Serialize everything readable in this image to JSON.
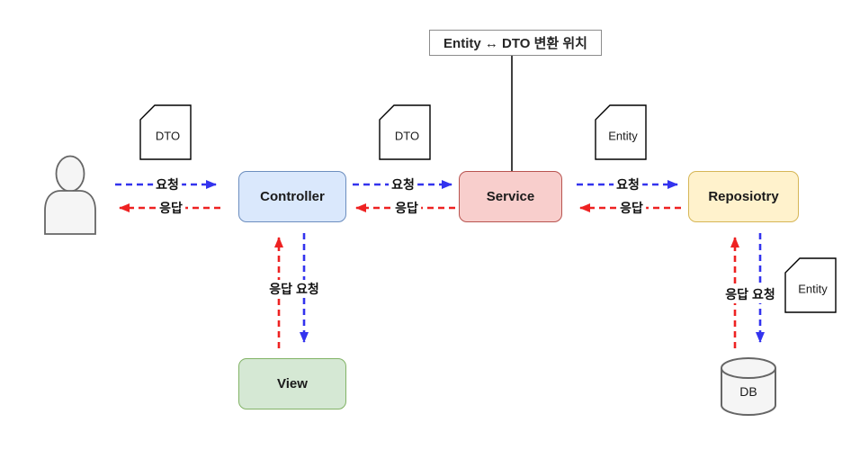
{
  "annotation": {
    "title": "Entity ↔ DTO 변환 위치"
  },
  "nodes": {
    "controller": "Controller",
    "service": "Service",
    "repository": "Reposiotry",
    "view": "View",
    "db": "DB"
  },
  "documents": {
    "dto": "DTO",
    "entity": "Entity"
  },
  "edge_labels": {
    "request": "요청",
    "response": "응답",
    "response_request": "응답 요청"
  },
  "colors": {
    "request_arrow": "#3333ee",
    "response_arrow": "#ee2222",
    "controller_fill": "#dae8fc",
    "controller_border": "#6c8ebf",
    "service_fill": "#f8cecc",
    "service_border": "#b85450",
    "repository_fill": "#fff2cc",
    "repository_border": "#d6b656",
    "view_fill": "#d5e8d4",
    "view_border": "#82b366",
    "shape_fill": "#f5f5f5",
    "shape_border": "#666666"
  }
}
